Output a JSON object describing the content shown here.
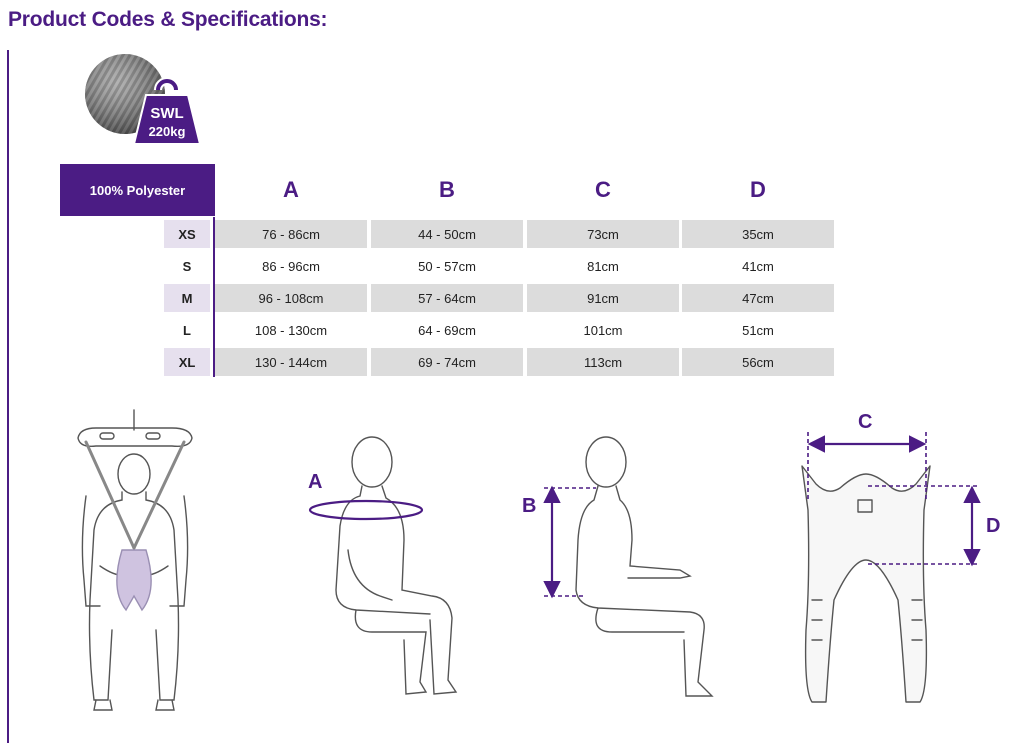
{
  "title": "Product Codes & Specifications:",
  "badge": {
    "line1": "SWL",
    "line2": "220kg",
    "color": "#4b1c84"
  },
  "table": {
    "material": "100% Polyester",
    "columns": [
      "A",
      "B",
      "C",
      "D"
    ],
    "rows": [
      {
        "size": "XS",
        "values": [
          "76 - 86cm",
          "44 - 50cm",
          "73cm",
          "35cm"
        ]
      },
      {
        "size": "S",
        "values": [
          "86 - 96cm",
          "50 - 57cm",
          "81cm",
          "41cm"
        ]
      },
      {
        "size": "M",
        "values": [
          "96 - 108cm",
          "57 - 64cm",
          "91cm",
          "47cm"
        ]
      },
      {
        "size": "L",
        "values": [
          "108 - 130cm",
          "64 - 69cm",
          "101cm",
          "51cm"
        ]
      },
      {
        "size": "XL",
        "values": [
          "130 - 144cm",
          "69 - 74cm",
          "113cm",
          "56cm"
        ]
      }
    ]
  },
  "figures": {
    "labels": [
      "A",
      "B",
      "C",
      "D"
    ]
  },
  "colors": {
    "brand": "#4b1c84",
    "shade": "#dcdcdc",
    "size_shade": "#e6e0ee",
    "lilac": "#cfc3e0"
  }
}
